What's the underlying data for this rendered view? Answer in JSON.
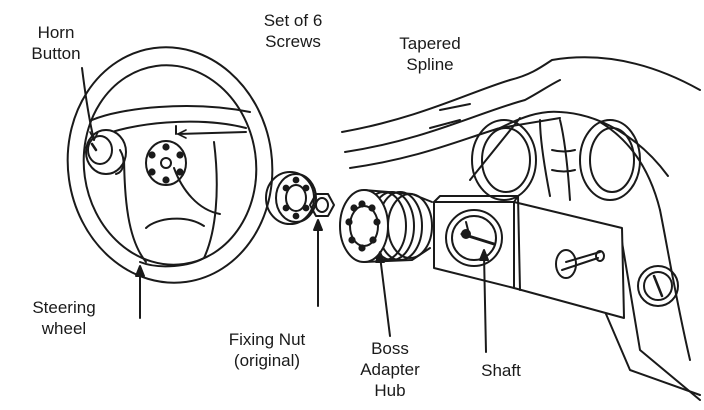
{
  "labels": {
    "horn_button": [
      "Horn",
      "Button"
    ],
    "set_of_screws": [
      "Set of 6",
      "Screws"
    ],
    "tapered_spline": [
      "Tapered",
      "Spline"
    ],
    "steering_wheel": [
      "Steering",
      "wheel"
    ],
    "fixing_nut": [
      "Fixing Nut",
      "(original)"
    ],
    "boss_adapter_hub": [
      "Boss",
      "Adapter",
      "Hub"
    ],
    "shaft": [
      "Shaft"
    ]
  },
  "colors": {
    "line": "#1a1a1a",
    "fill": "#ffffff"
  }
}
